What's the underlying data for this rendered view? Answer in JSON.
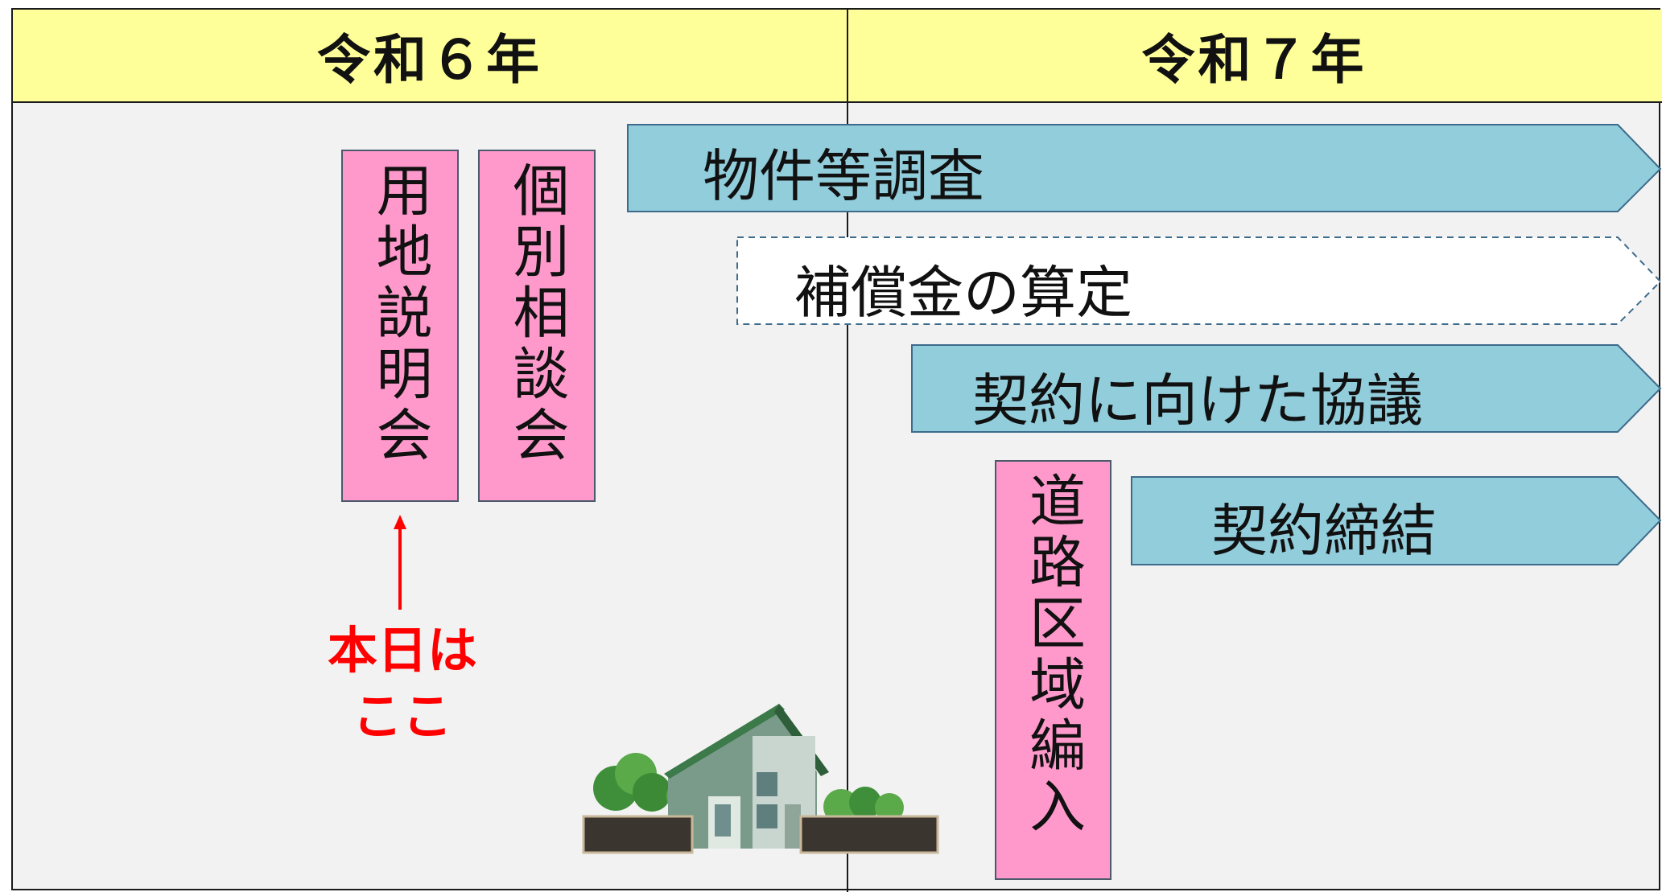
{
  "header": {
    "left": "令和６年",
    "right": "令和７年"
  },
  "vertical_boxes": {
    "land_briefing": "用地説明会",
    "individual_consultation": "個別相談会",
    "road_area_inclusion": "道路区域編入"
  },
  "arrows": {
    "property_survey": "物件等調査",
    "compensation_calc": "補償金の算定",
    "contract_negotiation": "契約に向けた協議",
    "contract_conclusion": "契約締結"
  },
  "today_marker": {
    "line1": "本日は",
    "line2": "ここ"
  },
  "colors": {
    "header_bg": "#ffff99",
    "arrow_fill": "#92cddc",
    "pink": "#ff99cc",
    "marker": "#ff0000"
  }
}
